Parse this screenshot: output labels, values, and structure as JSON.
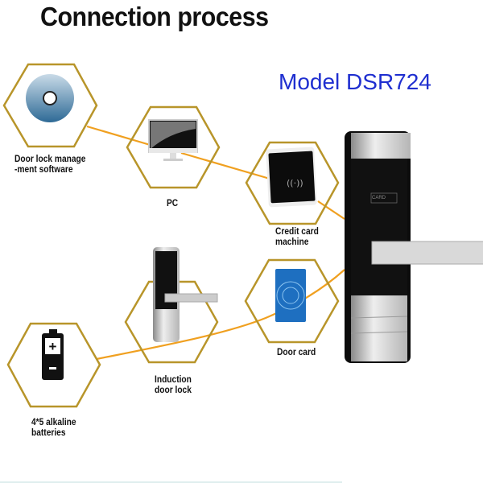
{
  "title": "Connection process",
  "model": "Model DSR724",
  "colors": {
    "hex_outline": "#b8952a",
    "connector": "#f0a020",
    "model_text": "#1f2fd0"
  },
  "nodes": [
    {
      "icon": "cd-disc-icon",
      "label_line1": "Door lock manage",
      "label_line2": "-ment software"
    },
    {
      "icon": "monitor-icon",
      "label_line1": "PC"
    },
    {
      "icon": "card-reader-icon",
      "label_line1": "Credit card",
      "label_line2": "machine"
    },
    {
      "icon": "door-lock-icon",
      "label_line1": "Induction",
      "label_line2": "door lock"
    },
    {
      "icon": "rfid-card-icon",
      "label_line1": "Door card"
    },
    {
      "icon": "battery-icon",
      "label_line1": "4*5 alkaline",
      "label_line2": "batteries"
    }
  ],
  "lock_panel_text": "CARD"
}
